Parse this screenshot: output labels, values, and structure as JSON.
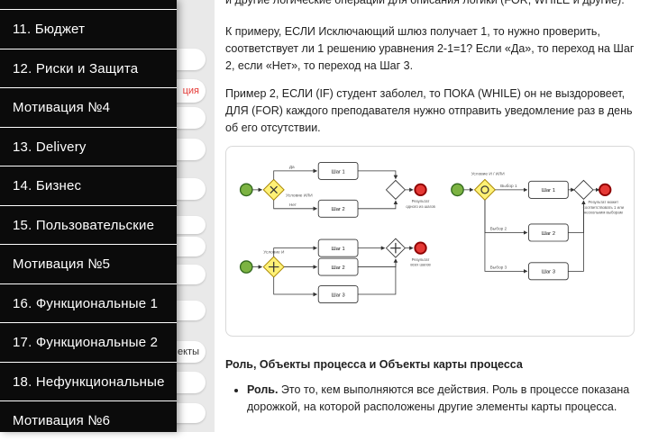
{
  "sidebar": {
    "items": [
      "11. Бюджет",
      "12. Риски и Защита",
      "Мотивация №4",
      "13. Delivery",
      "14. Бизнес",
      "15. Пользовательские",
      "Мотивация №5",
      "16. Функциональные 1",
      "17. Функциональные 2",
      "18. Нефункциональные",
      "Мотивация №6"
    ]
  },
  "step_rail": {
    "chip_top_fragment": "ция",
    "chip_bottom_fragment": "екты"
  },
  "content": {
    "clipped_line": "и другие логические операции для описания логики (FOR, WHILE и другие).",
    "paragraph1": "К примеру, ЕСЛИ Исключающий шлюз получает 1, то нужно проверить, соответствует ли 1 решению уравнения 2-1=1? Если «Да», то переход на Шаг 2, если «Нет», то переход на Шаг 3.",
    "paragraph2": "Пример 2, ЕСЛИ (IF) студент заболел, то ПОКА (WHILE) он не выздоровеет, ДЛЯ (FOR) каждого преподавателя нужно отправить уведомление раз в день об его отсутствии.",
    "section_heading": "Роль, Объекты процесса и Объекты карты процесса",
    "bullet": {
      "term": "Роль.",
      "text": " Это то, кем выполняются все действия. Роль в процессе показана дорожкой, на которой расположены другие элементы карты процесса."
    }
  },
  "diagram": {
    "xor": {
      "yes": "Да",
      "no": "Нет",
      "gateway_label": "Условие ИЛИ",
      "step1": "Шаг 1",
      "step2": "Шаг 2",
      "result_line1": "Результат",
      "result_line2": "одного из шагов"
    },
    "and": {
      "gateway_label": "Условие И",
      "step1": "Шаг 1",
      "step2": "Шаг 2",
      "step3": "Шаг 3",
      "result_line1": "Результат",
      "result_line2": "всех шагов"
    },
    "or": {
      "gateway_label": "Условие И / ИЛИ",
      "choice1": "Выбор 1",
      "choice2": "Выбор 2",
      "choice3": "Выбор 3",
      "step1": "Шаг 1",
      "step2": "Шаг 2",
      "step3": "Шаг 3",
      "result_line1": "Результат может",
      "result_line2": "соответствовать 1 или",
      "result_line3": "нескольким выборам"
    }
  },
  "colors": {
    "accent_red": "#e53935",
    "gateway_yellow": "#fff176",
    "start_green": "#7cb342"
  }
}
